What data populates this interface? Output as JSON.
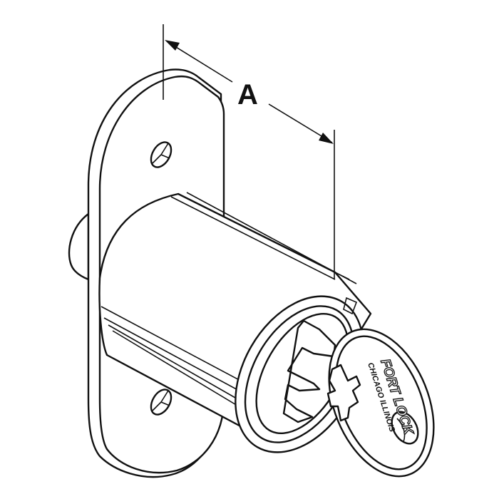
{
  "figure": {
    "subject": "pin tumbler push/cam lock with key",
    "dimension": {
      "label": "A"
    },
    "key": {
      "brand": "FORT LOCK",
      "location": "CHICAGO ILLINOIS"
    },
    "colors": {
      "line": "#111111",
      "background": "#ffffff"
    }
  }
}
